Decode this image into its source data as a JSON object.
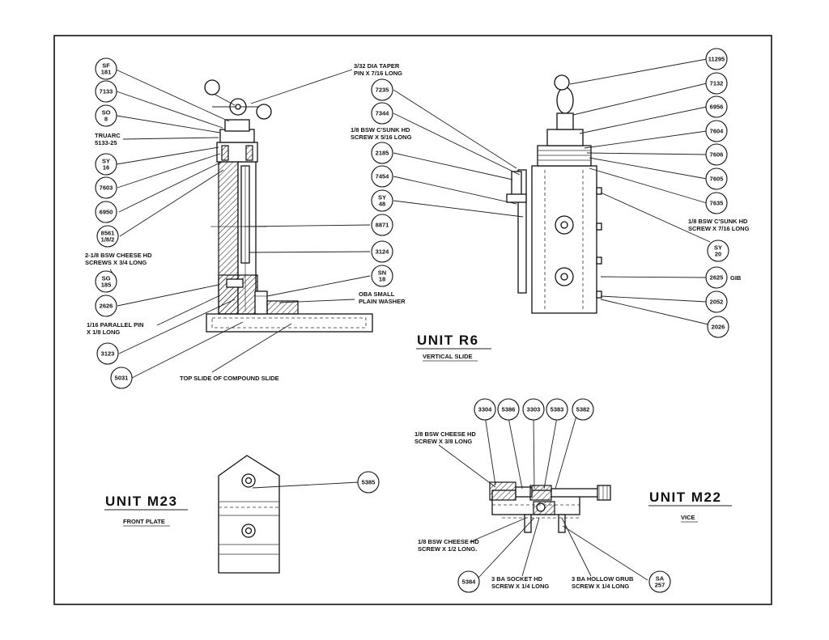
{
  "units": [
    {
      "code": "UNIT  R6",
      "subtitle": "VERTICAL SLIDE"
    },
    {
      "code": "UNIT  M23",
      "subtitle": "FRONT PLATE"
    },
    {
      "code": "UNIT  M22",
      "subtitle": "VICE"
    }
  ],
  "r6_left_callouts": [
    {
      "id": "b_sf181",
      "lines": [
        "SF",
        "181"
      ]
    },
    {
      "id": "b_7133",
      "lines": [
        "7133"
      ]
    },
    {
      "id": "b_so8",
      "lines": [
        "SO",
        "8"
      ]
    },
    {
      "id": "b_sy16",
      "lines": [
        "SY",
        "16"
      ]
    },
    {
      "id": "b_7603",
      "lines": [
        "7603"
      ]
    },
    {
      "id": "b_6950",
      "lines": [
        "6950"
      ]
    },
    {
      "id": "b_8561",
      "lines": [
        "8561",
        "1/8/2"
      ]
    },
    {
      "id": "b_sg185",
      "lines": [
        "SG",
        "185"
      ]
    },
    {
      "id": "b_2626",
      "lines": [
        "2626"
      ]
    },
    {
      "id": "b_3123",
      "lines": [
        "3123"
      ]
    },
    {
      "id": "b_5031",
      "lines": [
        "5031"
      ]
    }
  ],
  "r6_center_callouts": [
    {
      "id": "b_7235",
      "lines": [
        "7235"
      ]
    },
    {
      "id": "b_7344",
      "lines": [
        "7344"
      ]
    },
    {
      "id": "b_2185",
      "lines": [
        "2185"
      ]
    },
    {
      "id": "b_7454",
      "lines": [
        "7454"
      ]
    },
    {
      "id": "b_sy48",
      "lines": [
        "SY",
        "48"
      ]
    },
    {
      "id": "b_8871",
      "lines": [
        "8871"
      ]
    },
    {
      "id": "b_3124",
      "lines": [
        "3124"
      ]
    },
    {
      "id": "b_sn18",
      "lines": [
        "SN",
        "18"
      ]
    }
  ],
  "r6_right_callouts": [
    {
      "id": "b_11295",
      "lines": [
        "11295"
      ]
    },
    {
      "id": "b_7132",
      "lines": [
        "7132"
      ]
    },
    {
      "id": "b_6956",
      "lines": [
        "6956"
      ]
    },
    {
      "id": "b_7604",
      "lines": [
        "7604"
      ]
    },
    {
      "id": "b_7606",
      "lines": [
        "7606"
      ]
    },
    {
      "id": "b_7605",
      "lines": [
        "7605"
      ]
    },
    {
      "id": "b_7635",
      "lines": [
        "7635"
      ]
    },
    {
      "id": "b_sy20",
      "lines": [
        "SY",
        "20"
      ]
    },
    {
      "id": "b_2625",
      "lines": [
        "2625"
      ]
    },
    {
      "id": "b_2052",
      "lines": [
        "2052"
      ]
    },
    {
      "id": "b_2026",
      "lines": [
        "2026"
      ]
    }
  ],
  "m23_callouts": [
    {
      "id": "b_5385",
      "lines": [
        "5385"
      ]
    }
  ],
  "m22_callouts": [
    {
      "id": "b_3304",
      "lines": [
        "3304"
      ]
    },
    {
      "id": "b_5386",
      "lines": [
        "5386"
      ]
    },
    {
      "id": "b_3303",
      "lines": [
        "3303"
      ]
    },
    {
      "id": "b_5383",
      "lines": [
        "5383"
      ]
    },
    {
      "id": "b_5382",
      "lines": [
        "5382"
      ]
    },
    {
      "id": "b_5384",
      "lines": [
        "5384"
      ]
    },
    {
      "id": "b_sa257",
      "lines": [
        "SA",
        "257"
      ]
    }
  ],
  "notes": [
    {
      "id": "n_truarc",
      "lines": [
        "TRUARC",
        "5133-25"
      ]
    },
    {
      "id": "n_cheese34",
      "lines": [
        "2-1/8 BSW CHEESE HD",
        "SCREWS X 3/4 LONG"
      ]
    },
    {
      "id": "n_parallel",
      "lines": [
        "1/16 PARALLEL PIN",
        "X 1/8 LONG"
      ]
    },
    {
      "id": "n_topslide",
      "lines": [
        "TOP SLIDE OF COMPOUND SLIDE"
      ]
    },
    {
      "id": "n_taper",
      "lines": [
        "3/32 DIA TAPER",
        "PIN X 7/16 LONG"
      ]
    },
    {
      "id": "n_csunk516",
      "lines": [
        "1/8 BSW C'SUNK HD",
        "SCREW X 5/16 LONG"
      ]
    },
    {
      "id": "n_washer",
      "lines": [
        "OBA SMALL",
        "PLAIN WASHER"
      ]
    },
    {
      "id": "n_csunk716",
      "lines": [
        "1/8 BSW C'SUNK HD",
        "SCREW X 7/16 LONG"
      ]
    },
    {
      "id": "n_gib",
      "lines": [
        "GIB"
      ]
    },
    {
      "id": "n_cheese38",
      "lines": [
        "1/8 BSW CHEESE HD",
        "SCREW X 3/8 LONG"
      ]
    },
    {
      "id": "n_cheese12",
      "lines": [
        "1/8 BSW CHEESE HD",
        "SCREW X 1/2 LONG."
      ]
    },
    {
      "id": "n_socket",
      "lines": [
        "3 BA SOCKET HD",
        "SCREW X 1/4 LONG"
      ]
    },
    {
      "id": "n_grub",
      "lines": [
        "3 BA HOLLOW GRUB",
        "SCREW X 1/4 LONG"
      ]
    }
  ]
}
